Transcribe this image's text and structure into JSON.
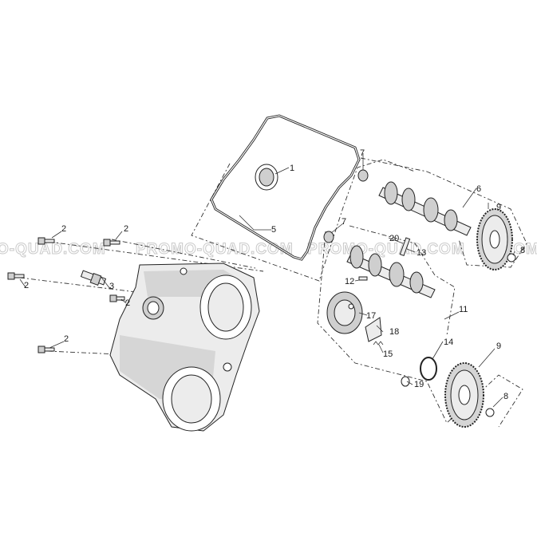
{
  "watermark": {
    "text": "PROMO-QUAD.COM",
    "left_fragment": "O-QUAD.COM",
    "right_fragment": "PROM"
  },
  "callouts": {
    "n1": "1",
    "n2": "2",
    "n3": "3",
    "n5": "5",
    "n6": "6",
    "n7": "7",
    "n8": "8",
    "n9": "9",
    "n11": "11",
    "n12": "12",
    "n13": "13",
    "n14": "14",
    "n15": "15",
    "n17": "17",
    "n18": "18",
    "n19": "19",
    "n20": "20"
  }
}
